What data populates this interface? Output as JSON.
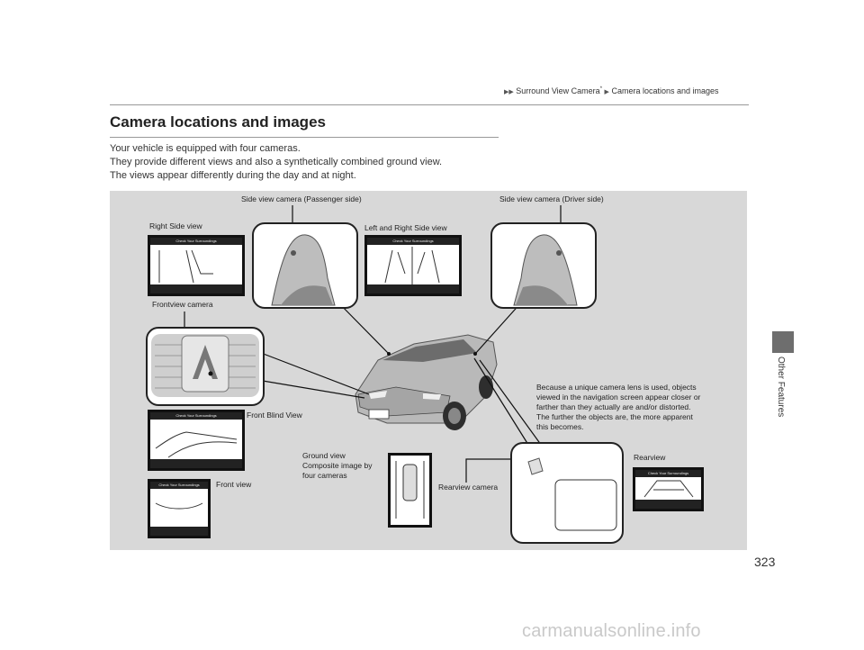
{
  "breadcrumb": {
    "section": "Surround View Camera",
    "marker": "*",
    "page": "Camera locations and images"
  },
  "title": "Camera locations and images",
  "intro_lines": [
    "Your vehicle is equipped with four cameras.",
    "They provide different views and also a synthetically combined ground view.",
    "The views appear differently during the day and at night."
  ],
  "labels": {
    "side_cam_passenger": "Side view camera (Passenger side)",
    "side_cam_driver": "Side view camera (Driver side)",
    "right_side_view": "Right Side view",
    "left_right_side_view": "Left and Right Side view",
    "frontview_camera": "Frontview camera",
    "front_blind_view": "Front Blind View",
    "front_view": "Front view",
    "ground_view": "Ground view",
    "composite_line1": "Composite image by",
    "composite_line2": "four cameras",
    "rearview_camera": "Rearview camera",
    "rearview": "Rearview",
    "screen_header": "Check Your Surroundings"
  },
  "note_lines": [
    "Because a unique camera lens is used, objects",
    "viewed in the navigation screen appear closer or",
    "farther than they actually are and/or distorted.",
    "The further the objects are, the more apparent",
    "this becomes."
  ],
  "side_tab": "Other Features",
  "page_number": "323",
  "watermark": "carmanualsonline.info"
}
